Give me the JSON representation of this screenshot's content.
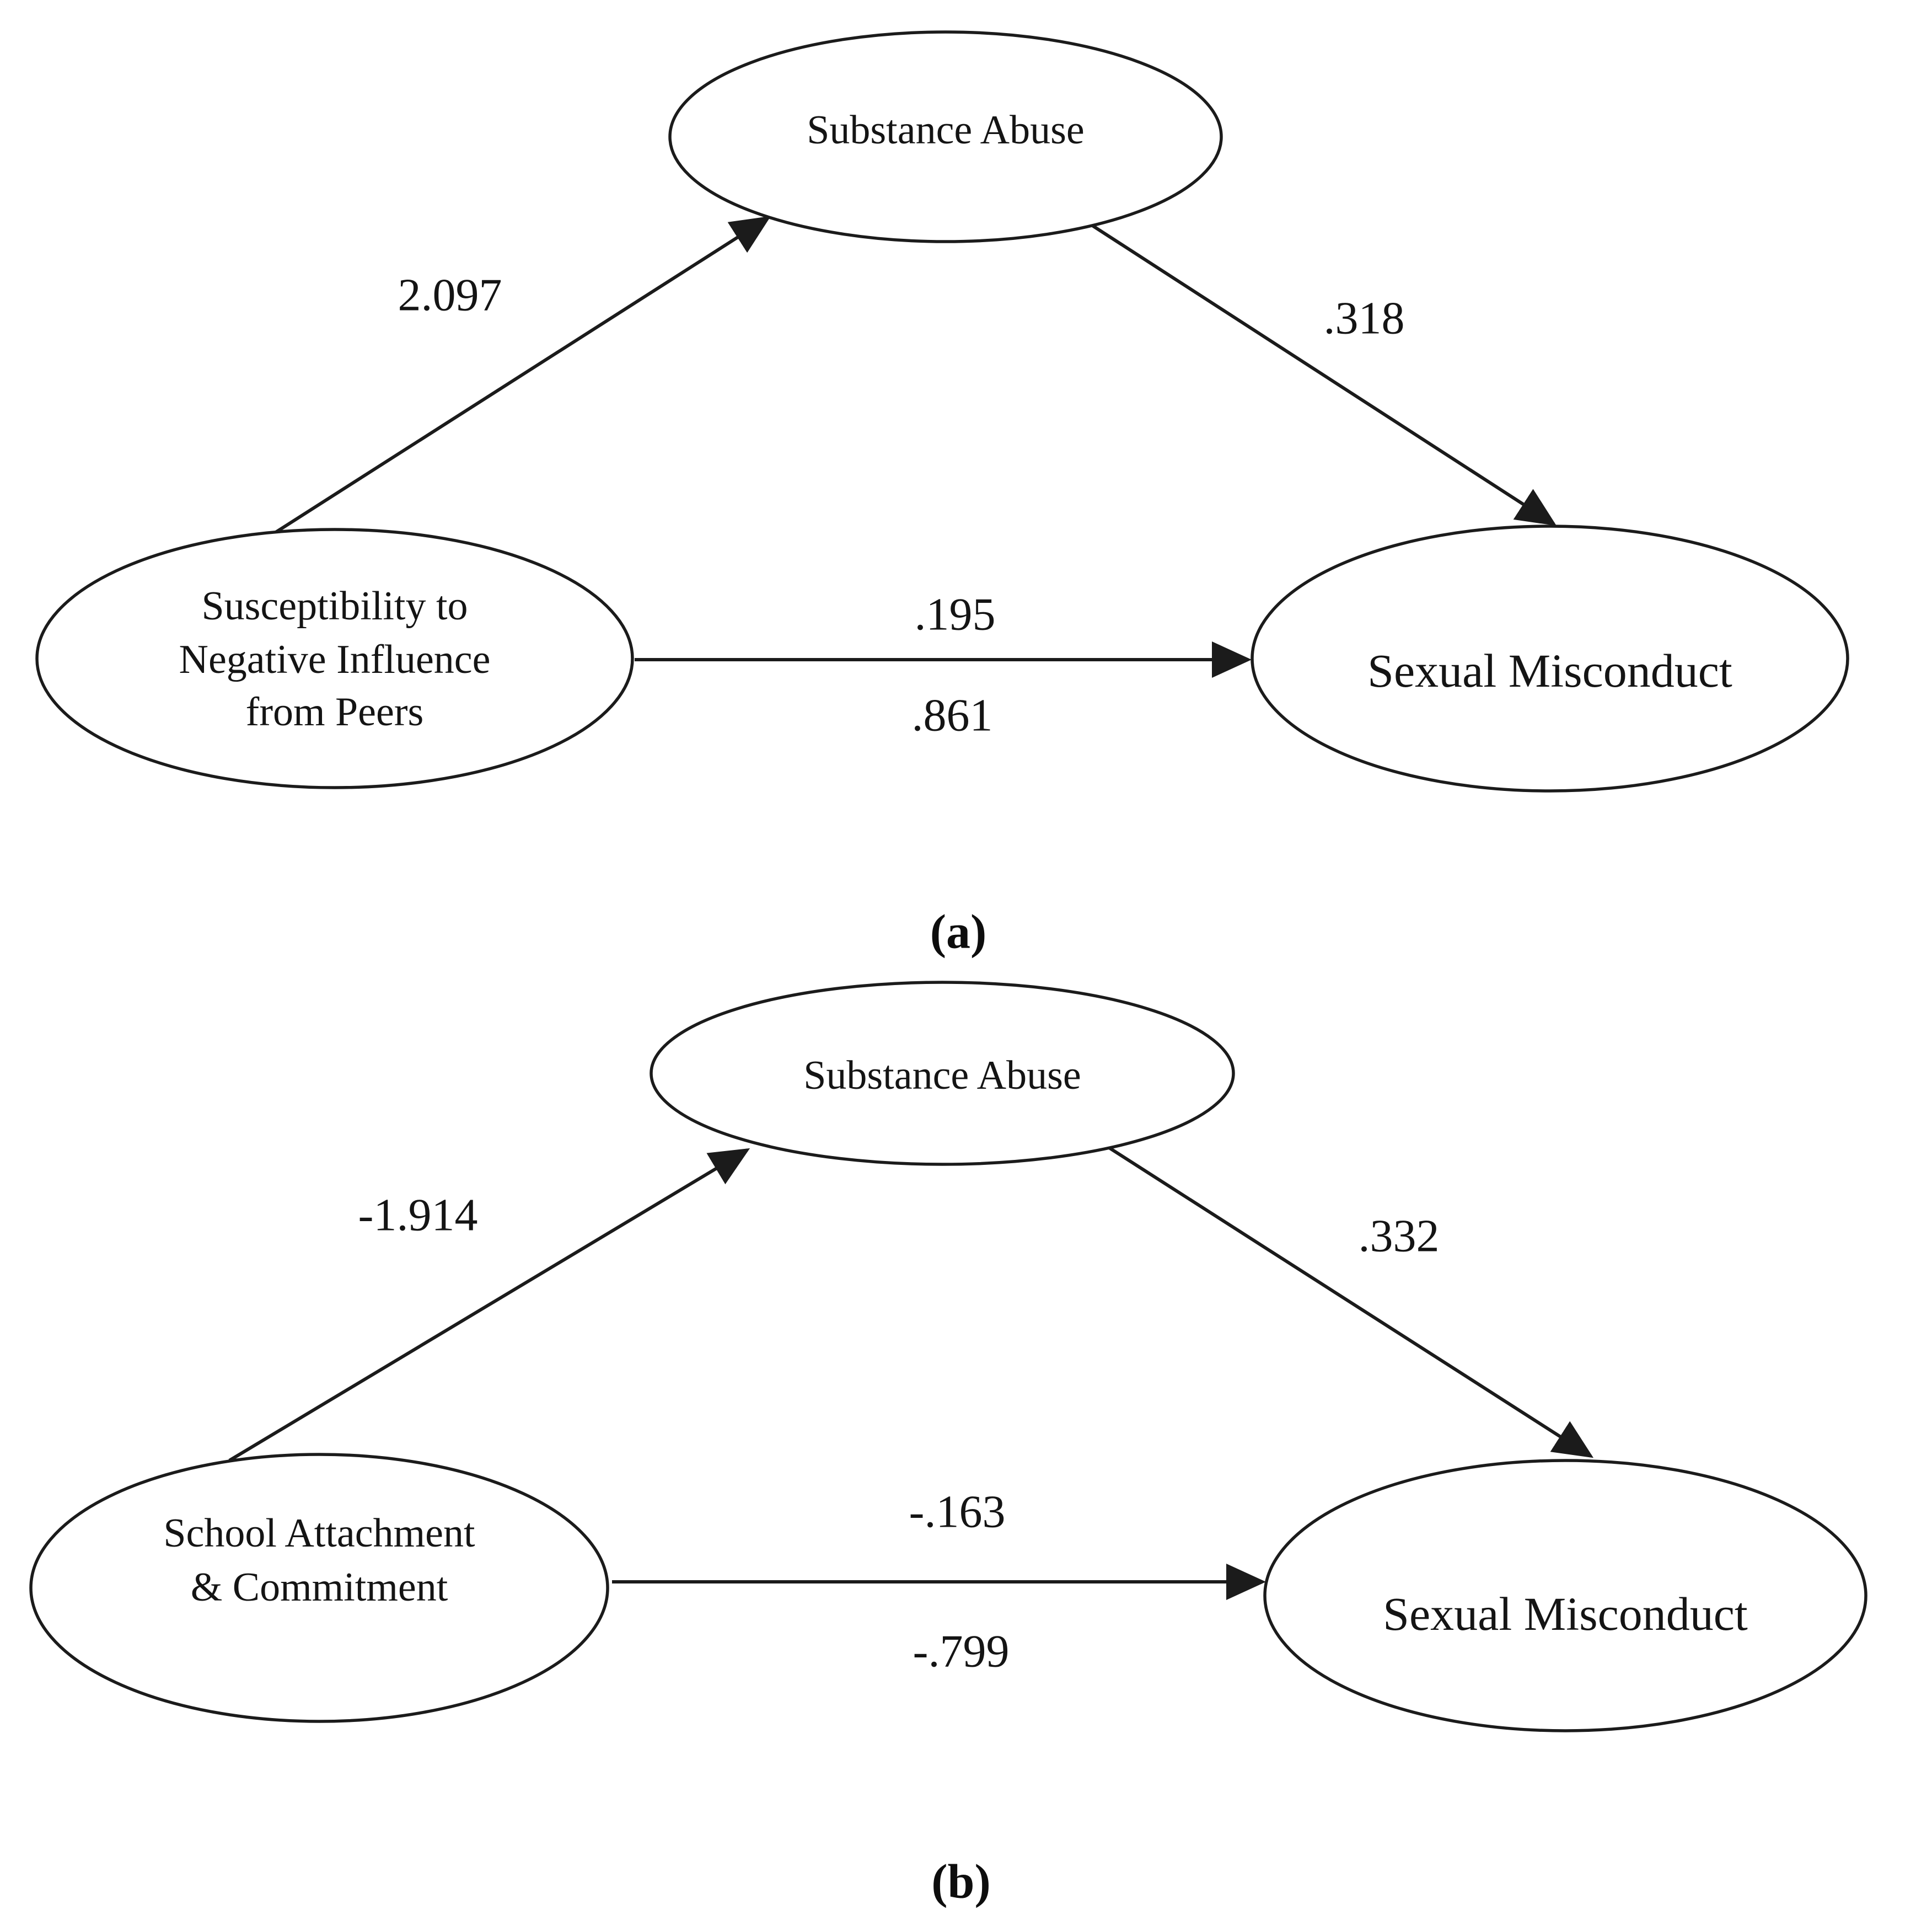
{
  "figure": {
    "background_color": "#ffffff",
    "line_color": "#1b1b1b",
    "panels": [
      {
        "id": "a",
        "caption": "(a)",
        "nodes": {
          "mediator": {
            "label": "Substance Abuse"
          },
          "predictor": {
            "label_line1": "Susceptibility to",
            "label_line2": "Negative Influence",
            "label_line3": "from Peers"
          },
          "outcome": {
            "label": "Sexual Misconduct"
          }
        },
        "coefficients": {
          "predictor_to_mediator": "2.097",
          "mediator_to_outcome": ".318",
          "direct_effect": ".195",
          "total_effect": ".861"
        }
      },
      {
        "id": "b",
        "caption": "(b)",
        "nodes": {
          "mediator": {
            "label": "Substance Abuse"
          },
          "predictor": {
            "label_line1": "School Attachment",
            "label_line2": "& Commitment"
          },
          "outcome": {
            "label": "Sexual Misconduct"
          }
        },
        "coefficients": {
          "predictor_to_mediator": "-1.914",
          "mediator_to_outcome": ".332",
          "direct_effect": "-.163",
          "total_effect": "-.799"
        }
      }
    ]
  }
}
